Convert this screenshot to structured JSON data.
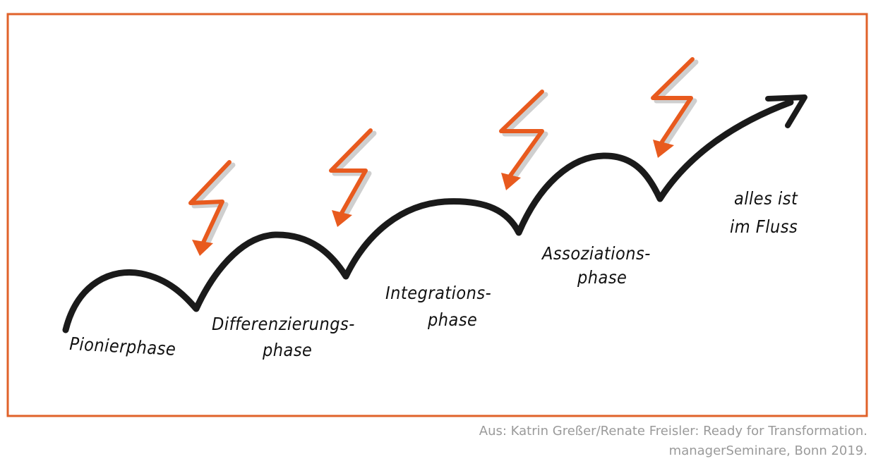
{
  "colors": {
    "frame": "#e0622a",
    "bolt": "#e85a1e",
    "curve": "#1a1a1a",
    "shadow": "#cfcfcf",
    "caption": "#9a9a9a"
  },
  "phases": [
    {
      "label": "Pionierphase"
    },
    {
      "label_line1": "Differenzierungs-",
      "label_line2": "phase"
    },
    {
      "label_line1": "Integrations-",
      "label_line2": "phase"
    },
    {
      "label_line1": "Assoziations-",
      "label_line2": "phase"
    },
    {
      "label_line1": "alles ist",
      "label_line2": "im Fluss"
    }
  ],
  "caption": {
    "line1": "Aus: Katrin Greßer/Renate Freisler: Ready for Transformation.",
    "line2": "managerSeminare, Bonn 2019."
  }
}
